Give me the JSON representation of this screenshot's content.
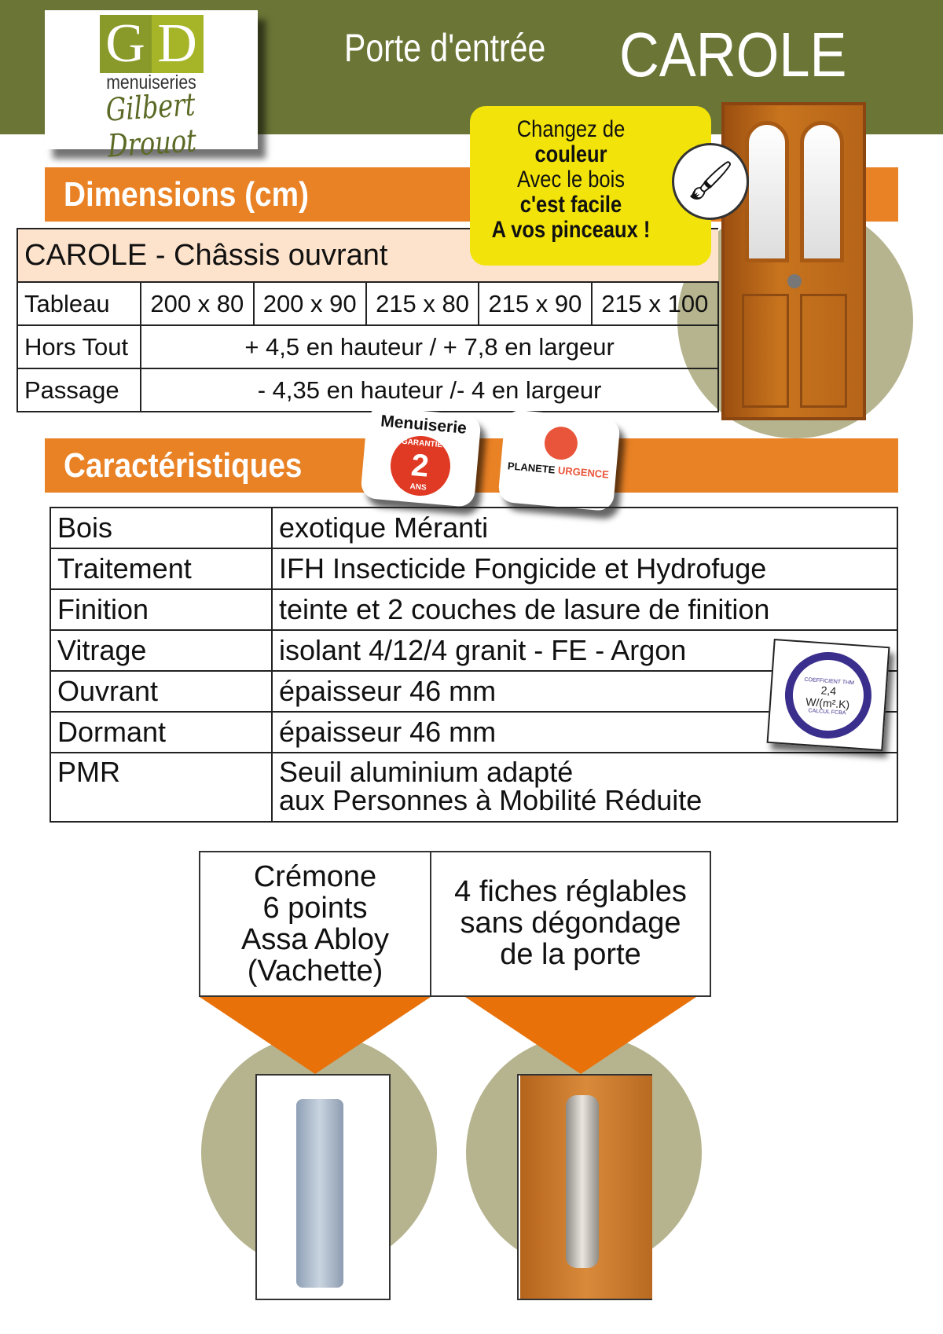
{
  "header": {
    "title_prefix": "Porte d'entrée",
    "title_name": "CAROLE"
  },
  "logo": {
    "letters": [
      "G",
      "D"
    ],
    "line1": "menuiseries",
    "signature": "Gilbert Drouot"
  },
  "dimensions": {
    "heading": "Dimensions (cm)",
    "table_title": "CAROLE - Châssis ouvrant",
    "rows": [
      {
        "label": "Tableau",
        "values": [
          "200 x 80",
          "200 x 90",
          "215 x 80",
          "215 x 90",
          "215 x 100"
        ]
      },
      {
        "label": "Hors Tout",
        "value": "+ 4,5 en hauteur / + 7,8 en largeur"
      },
      {
        "label": "Passage",
        "value": "- 4,35 en hauteur /- 4 en largeur"
      }
    ]
  },
  "promo": {
    "lines": [
      "Changez de",
      "couleur",
      "Avec le bois",
      "c'est facile",
      "A vos pinceaux !"
    ]
  },
  "characteristics": {
    "heading": "Caractéristiques",
    "rows": [
      {
        "label": "Bois",
        "value": "exotique Méranti"
      },
      {
        "label": "Traitement",
        "value": "IFH Insecticide Fongicide et Hydrofuge"
      },
      {
        "label": "Finition",
        "value": "teinte et 2 couches de lasure de finition"
      },
      {
        "label": "Vitrage",
        "value": "isolant 4/12/4 granit - FE - Argon"
      },
      {
        "label": "Ouvrant",
        "value": "épaisseur 46 mm"
      },
      {
        "label": "Dormant",
        "value": "épaisseur 46 mm"
      },
      {
        "label": "PMR",
        "value": "Seuil aluminium adapté",
        "value2": "aux Personnes à Mobilité Réduite"
      }
    ]
  },
  "badges": {
    "guarantee": {
      "title": "Menuiserie",
      "top": "GARANTIE",
      "number": "2",
      "bottom": "ANS"
    },
    "planete": {
      "name1": "PLANETE",
      "name2": "URGENCE"
    },
    "coefficient": {
      "top": "COEFFICIENT THM",
      "value": "2,4",
      "unit": "W/(m².K)",
      "bottom": "CALCUL FCBA"
    }
  },
  "features": [
    {
      "lines": [
        "Crémone",
        "6 points",
        "Assa Abloy",
        "(Vachette)"
      ]
    },
    {
      "lines": [
        "4 fiches réglables",
        "sans dégondage",
        "de la porte"
      ]
    }
  ],
  "colors": {
    "green": "#6b7536",
    "orange": "#e98125",
    "yellow": "#f2e40a",
    "olive": "#b6b48f"
  }
}
